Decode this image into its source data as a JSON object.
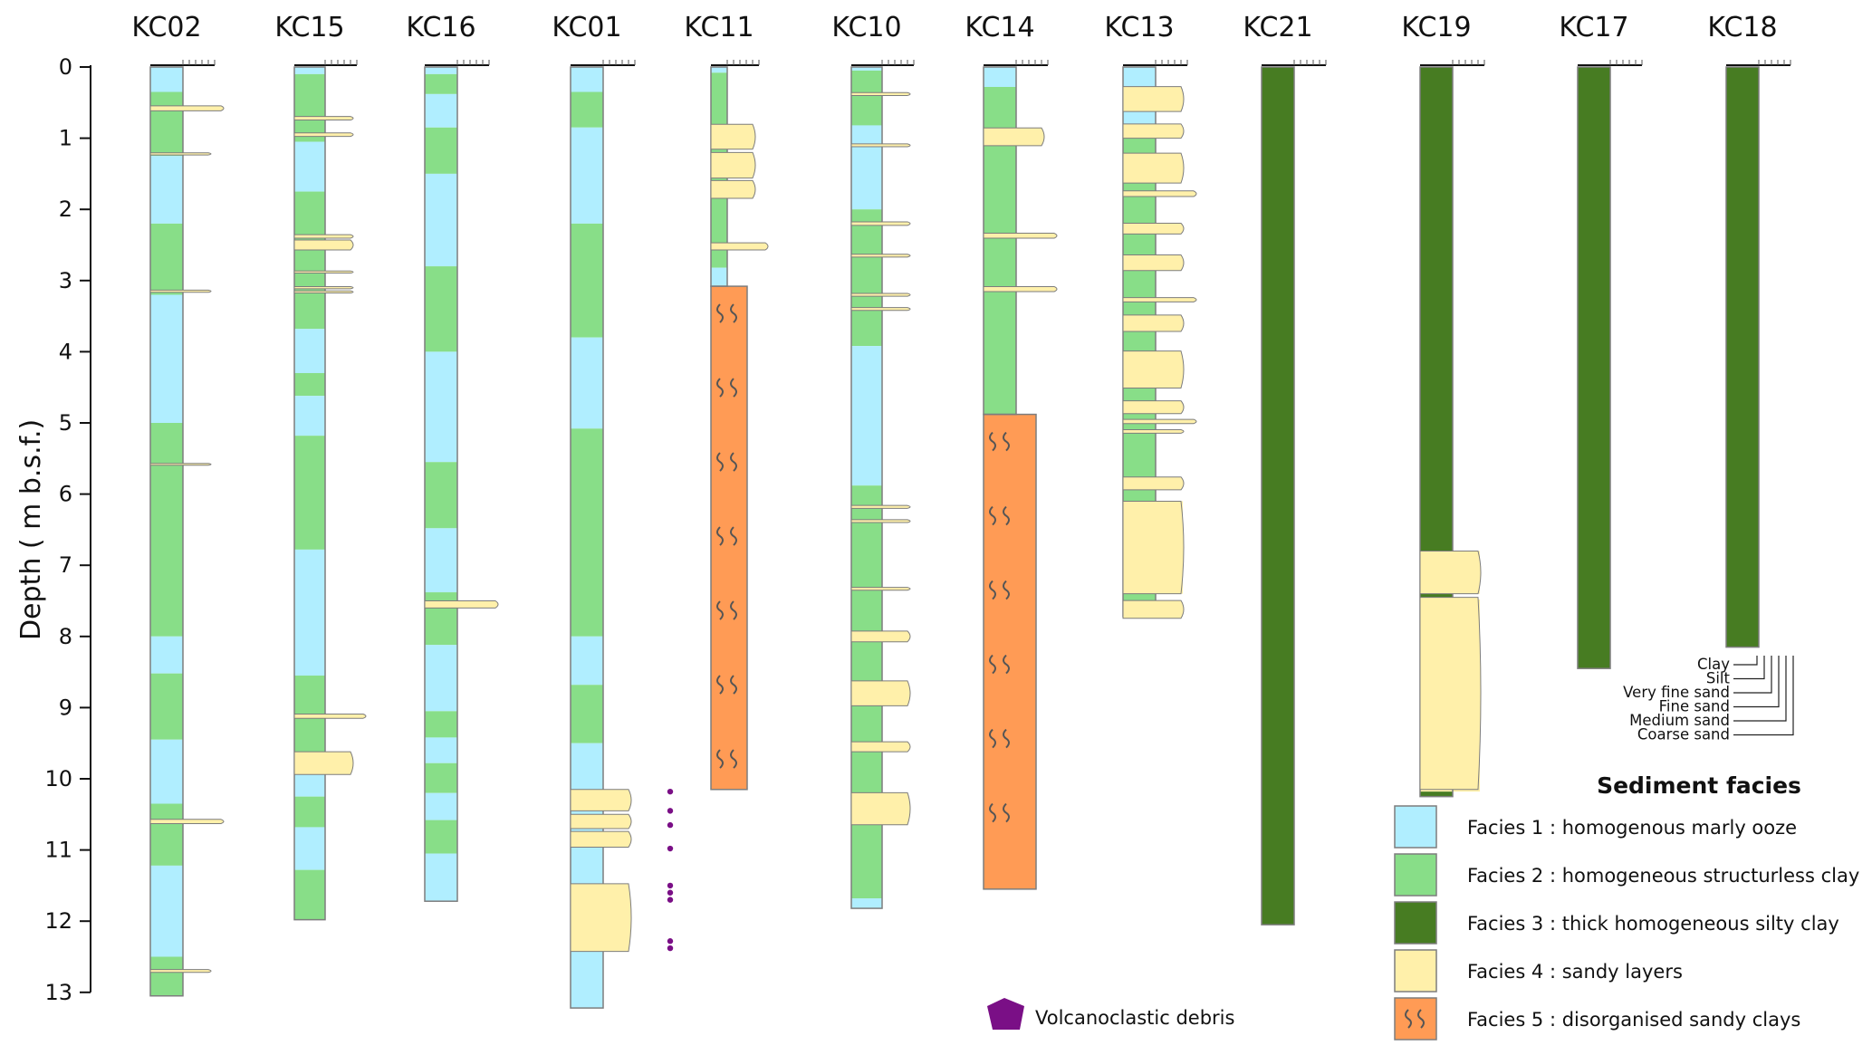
{
  "axis": {
    "label": "Depth ( m b.s.f.)",
    "ticks": [
      "0",
      "1",
      "2",
      "3",
      "4",
      "5",
      "6",
      "7",
      "8",
      "9",
      "10",
      "11",
      "12",
      "13"
    ],
    "depth_range": [
      0,
      13
    ]
  },
  "colors": {
    "f1": "#b0eeff",
    "f2": "#88de88",
    "f3": "#477c22",
    "f4": "#fff0aa",
    "f5": "#ff9b55",
    "debris": "#7a0f86",
    "outline": "#7d7d7d"
  },
  "cores": [
    {
      "name": "KC02",
      "total_depth": 13.05,
      "intervals": [
        {
          "facies": 1,
          "top": 0,
          "bottom": 0.35
        },
        {
          "facies": 2,
          "top": 0.35,
          "bottom": 1.25
        },
        {
          "facies": 1,
          "top": 1.25,
          "bottom": 2.2
        },
        {
          "facies": 2,
          "top": 2.2,
          "bottom": 3.2
        },
        {
          "facies": 1,
          "top": 3.2,
          "bottom": 5.0
        },
        {
          "facies": 2,
          "top": 5.0,
          "bottom": 8.0
        },
        {
          "facies": 1,
          "top": 8.0,
          "bottom": 8.52
        },
        {
          "facies": 2,
          "top": 8.52,
          "bottom": 9.45
        },
        {
          "facies": 1,
          "top": 9.45,
          "bottom": 10.35
        },
        {
          "facies": 2,
          "top": 10.35,
          "bottom": 11.22
        },
        {
          "facies": 1,
          "top": 11.22,
          "bottom": 12.5
        },
        {
          "facies": 2,
          "top": 12.5,
          "bottom": 13.05
        }
      ],
      "layers": [
        [
          0.58,
          0.07
        ],
        [
          1.22,
          0.03
        ],
        [
          3.15,
          0.03
        ],
        [
          5.58,
          0.02
        ],
        [
          10.6,
          0.06
        ],
        [
          12.7,
          0.04
        ]
      ]
    },
    {
      "name": "KC15",
      "total_depth": 11.98,
      "intervals": [
        {
          "facies": 1,
          "top": 0,
          "bottom": 0.1
        },
        {
          "facies": 2,
          "top": 0.1,
          "bottom": 1.05
        },
        {
          "facies": 1,
          "top": 1.05,
          "bottom": 1.75
        },
        {
          "facies": 2,
          "top": 1.75,
          "bottom": 3.68
        },
        {
          "facies": 1,
          "top": 3.68,
          "bottom": 4.3
        },
        {
          "facies": 2,
          "top": 4.3,
          "bottom": 4.62
        },
        {
          "facies": 1,
          "top": 4.62,
          "bottom": 5.18
        },
        {
          "facies": 2,
          "top": 5.18,
          "bottom": 6.78
        },
        {
          "facies": 1,
          "top": 6.78,
          "bottom": 8.55
        },
        {
          "facies": 2,
          "top": 8.55,
          "bottom": 9.62
        },
        {
          "facies": 1,
          "top": 9.62,
          "bottom": 10.25
        },
        {
          "facies": 2,
          "top": 10.25,
          "bottom": 10.68
        },
        {
          "facies": 1,
          "top": 10.68,
          "bottom": 11.28
        },
        {
          "facies": 2,
          "top": 11.28,
          "bottom": 11.98
        }
      ],
      "layers": [
        [
          0.72,
          0.05
        ],
        [
          0.95,
          0.05
        ],
        [
          2.38,
          0.05
        ],
        [
          2.5,
          0.14
        ],
        [
          2.88,
          0.03
        ],
        [
          3.1,
          0.03
        ],
        [
          3.16,
          0.03
        ],
        [
          9.12,
          0.06
        ],
        [
          9.78,
          0.32
        ]
      ]
    },
    {
      "name": "KC16",
      "total_depth": 11.72,
      "intervals": [
        {
          "facies": 1,
          "top": 0,
          "bottom": 0.1
        },
        {
          "facies": 2,
          "top": 0.1,
          "bottom": 0.38
        },
        {
          "facies": 1,
          "top": 0.38,
          "bottom": 0.85
        },
        {
          "facies": 2,
          "top": 0.85,
          "bottom": 1.5
        },
        {
          "facies": 1,
          "top": 1.5,
          "bottom": 2.8
        },
        {
          "facies": 2,
          "top": 2.8,
          "bottom": 4.0
        },
        {
          "facies": 1,
          "top": 4.0,
          "bottom": 5.55
        },
        {
          "facies": 2,
          "top": 5.55,
          "bottom": 6.48
        },
        {
          "facies": 1,
          "top": 6.48,
          "bottom": 7.38
        },
        {
          "facies": 2,
          "top": 7.38,
          "bottom": 8.12
        },
        {
          "facies": 1,
          "top": 8.12,
          "bottom": 9.05
        },
        {
          "facies": 2,
          "top": 9.05,
          "bottom": 9.42
        },
        {
          "facies": 1,
          "top": 9.42,
          "bottom": 9.78
        },
        {
          "facies": 2,
          "top": 9.78,
          "bottom": 10.2
        },
        {
          "facies": 1,
          "top": 10.2,
          "bottom": 10.58
        },
        {
          "facies": 2,
          "top": 10.58,
          "bottom": 11.05
        },
        {
          "facies": 1,
          "top": 11.05,
          "bottom": 11.72
        }
      ],
      "layers": [
        [
          7.55,
          0.1
        ]
      ]
    },
    {
      "name": "KC01",
      "total_depth": 13.22,
      "intervals": [
        {
          "facies": 1,
          "top": 0,
          "bottom": 0.35
        },
        {
          "facies": 2,
          "top": 0.35,
          "bottom": 0.85
        },
        {
          "facies": 1,
          "top": 0.85,
          "bottom": 2.2
        },
        {
          "facies": 2,
          "top": 2.2,
          "bottom": 3.8
        },
        {
          "facies": 1,
          "top": 3.8,
          "bottom": 5.08
        },
        {
          "facies": 2,
          "top": 5.08,
          "bottom": 8.0
        },
        {
          "facies": 1,
          "top": 8.0,
          "bottom": 8.68
        },
        {
          "facies": 2,
          "top": 8.68,
          "bottom": 9.5
        },
        {
          "facies": 1,
          "top": 9.5,
          "bottom": 13.22
        }
      ],
      "layers": [
        [
          10.3,
          0.3
        ],
        [
          10.6,
          0.2
        ],
        [
          10.85,
          0.22
        ],
        [
          11.95,
          0.95
        ]
      ]
    },
    {
      "name": "KC11",
      "total_depth": 10.15,
      "intervals": [
        {
          "facies": 1,
          "top": 0,
          "bottom": 0.08
        },
        {
          "facies": 2,
          "top": 0.08,
          "bottom": 2.82
        },
        {
          "facies": 1,
          "top": 2.82,
          "bottom": 3.08
        },
        {
          "facies": 5,
          "top": 3.08,
          "bottom": 10.15
        }
      ],
      "layers": [
        [
          0.98,
          0.35
        ],
        [
          1.38,
          0.36
        ],
        [
          1.72,
          0.25
        ],
        [
          2.52,
          0.1
        ]
      ]
    },
    {
      "name": "KC10",
      "total_depth": 11.82,
      "intervals": [
        {
          "facies": 1,
          "top": 0,
          "bottom": 0.05
        },
        {
          "facies": 2,
          "top": 0.05,
          "bottom": 0.82
        },
        {
          "facies": 1,
          "top": 0.82,
          "bottom": 2.0
        },
        {
          "facies": 2,
          "top": 2.0,
          "bottom": 3.92
        },
        {
          "facies": 1,
          "top": 3.92,
          "bottom": 5.88
        },
        {
          "facies": 2,
          "top": 5.88,
          "bottom": 11.68
        },
        {
          "facies": 1,
          "top": 11.68,
          "bottom": 11.82
        }
      ],
      "layers": [
        [
          0.38,
          0.04
        ],
        [
          1.1,
          0.04
        ],
        [
          2.2,
          0.05
        ],
        [
          2.65,
          0.04
        ],
        [
          3.2,
          0.04
        ],
        [
          3.4,
          0.04
        ],
        [
          6.18,
          0.04
        ],
        [
          6.38,
          0.04
        ],
        [
          7.33,
          0.04
        ],
        [
          8.0,
          0.15
        ],
        [
          8.8,
          0.35
        ],
        [
          9.55,
          0.14
        ],
        [
          10.42,
          0.45
        ]
      ]
    },
    {
      "name": "KC14",
      "total_depth": 11.55,
      "intervals": [
        {
          "facies": 1,
          "top": 0,
          "bottom": 0.28
        },
        {
          "facies": 2,
          "top": 0.28,
          "bottom": 4.88
        },
        {
          "facies": 5,
          "top": 4.88,
          "bottom": 11.55
        }
      ],
      "layers": [
        [
          0.98,
          0.25
        ],
        [
          2.37,
          0.07
        ],
        [
          3.12,
          0.07
        ]
      ]
    },
    {
      "name": "KC13",
      "total_depth": 7.72,
      "intervals": [
        {
          "facies": 1,
          "top": 0,
          "bottom": 0.8
        },
        {
          "facies": 2,
          "top": 0.8,
          "bottom": 6.1
        },
        {
          "facies": 4,
          "top": 6.1,
          "bottom": 7.4
        },
        {
          "facies": 2,
          "top": 7.4,
          "bottom": 7.52
        },
        {
          "facies": 4,
          "top": 7.52,
          "bottom": 7.72
        }
      ],
      "layers": [
        [
          0.45,
          0.35
        ],
        [
          0.9,
          0.2
        ],
        [
          1.42,
          0.42
        ],
        [
          1.78,
          0.08
        ],
        [
          2.27,
          0.15
        ],
        [
          2.75,
          0.22
        ],
        [
          3.27,
          0.06
        ],
        [
          3.6,
          0.23
        ],
        [
          4.25,
          0.52
        ],
        [
          4.78,
          0.18
        ],
        [
          4.98,
          0.06
        ],
        [
          5.12,
          0.05
        ],
        [
          5.85,
          0.18
        ],
        [
          6.75,
          1.3
        ],
        [
          7.62,
          0.25
        ]
      ]
    },
    {
      "name": "KC21",
      "total_depth": 12.05,
      "intervals": [
        {
          "facies": 3,
          "top": 0,
          "bottom": 12.05
        }
      ],
      "layers": []
    },
    {
      "name": "KC19",
      "total_depth": 10.25,
      "intervals": [
        {
          "facies": 3,
          "top": 0,
          "bottom": 6.8
        },
        {
          "facies": 4,
          "top": 6.8,
          "bottom": 7.4
        },
        {
          "facies": 3,
          "top": 7.4,
          "bottom": 7.48
        },
        {
          "facies": 4,
          "top": 7.48,
          "bottom": 10.18
        },
        {
          "facies": 3,
          "top": 10.18,
          "bottom": 10.25
        }
      ],
      "layers": [
        [
          7.1,
          0.6
        ],
        [
          8.8,
          2.7
        ]
      ]
    },
    {
      "name": "KC17",
      "total_depth": 8.45,
      "intervals": [
        {
          "facies": 3,
          "top": 0,
          "bottom": 8.45
        }
      ],
      "layers": []
    },
    {
      "name": "KC18",
      "total_depth": 8.15,
      "intervals": [
        {
          "facies": 3,
          "top": 0,
          "bottom": 8.15
        }
      ],
      "layers": []
    }
  ],
  "debris": {
    "core": "KC01",
    "depths": [
      10.18,
      10.45,
      10.65,
      10.98,
      11.5,
      11.6,
      11.7,
      12.28,
      12.38
    ]
  },
  "grain_sizes": [
    "Clay",
    "Silt",
    "Very fine sand",
    "Fine sand",
    "Medium sand",
    "Coarse sand"
  ],
  "legend": {
    "title": "Sediment facies",
    "items": [
      {
        "facies": 1,
        "label": "Facies 1 :  homogenous marly ooze"
      },
      {
        "facies": 2,
        "label": "Facies 2 :  homogeneous structurless clay"
      },
      {
        "facies": 3,
        "label": "Facies 3 :  thick homogeneous silty clay"
      },
      {
        "facies": 4,
        "label": "Facies 4 :  sandy layers"
      },
      {
        "facies": 5,
        "label": "Facies 5 :  disorganised sandy clays"
      }
    ],
    "debris_label": "Volcanoclastic debris"
  }
}
